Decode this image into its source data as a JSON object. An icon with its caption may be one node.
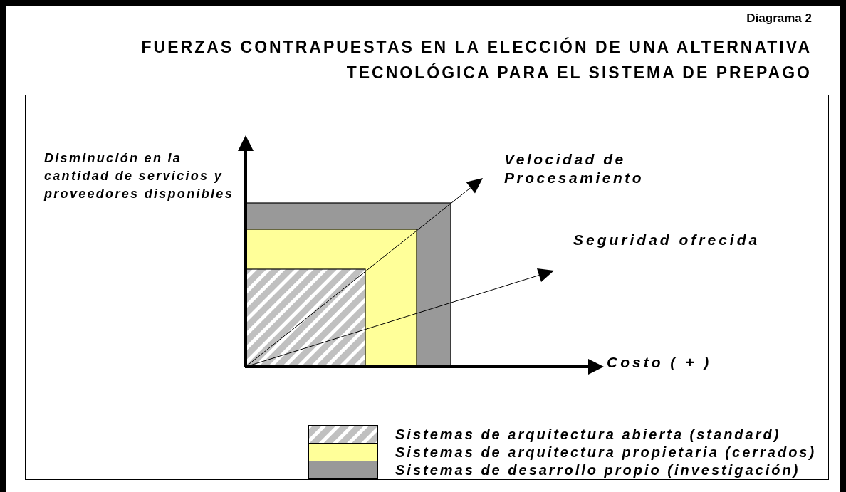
{
  "diagram": {
    "title": "FUERZAS CONTRAPUESTAS EN LA ELECCIÓN DE UNA ALTERNATIVA TECNOLÓGICA PARA EL SISTEMA DE PREPAGO",
    "labels": [
      "Diagrama 2",
      "Disminución en la cantidad de servicios y proveedores disponibles",
      "Velocidad de Procesamiento",
      "Seguridad ofrecida",
      "Costo ( + )"
    ],
    "legend": [
      {
        "text": "Sistemas de arquitectura abierta (standard)"
      },
      {
        "text": "Sistemas de arquitectura propietaria (cerrados)",
        "color": "#ffff99"
      },
      {
        "text": "Sistemas de desarrollo propio (investigación)",
        "color": "#999999"
      }
    ]
  }
}
